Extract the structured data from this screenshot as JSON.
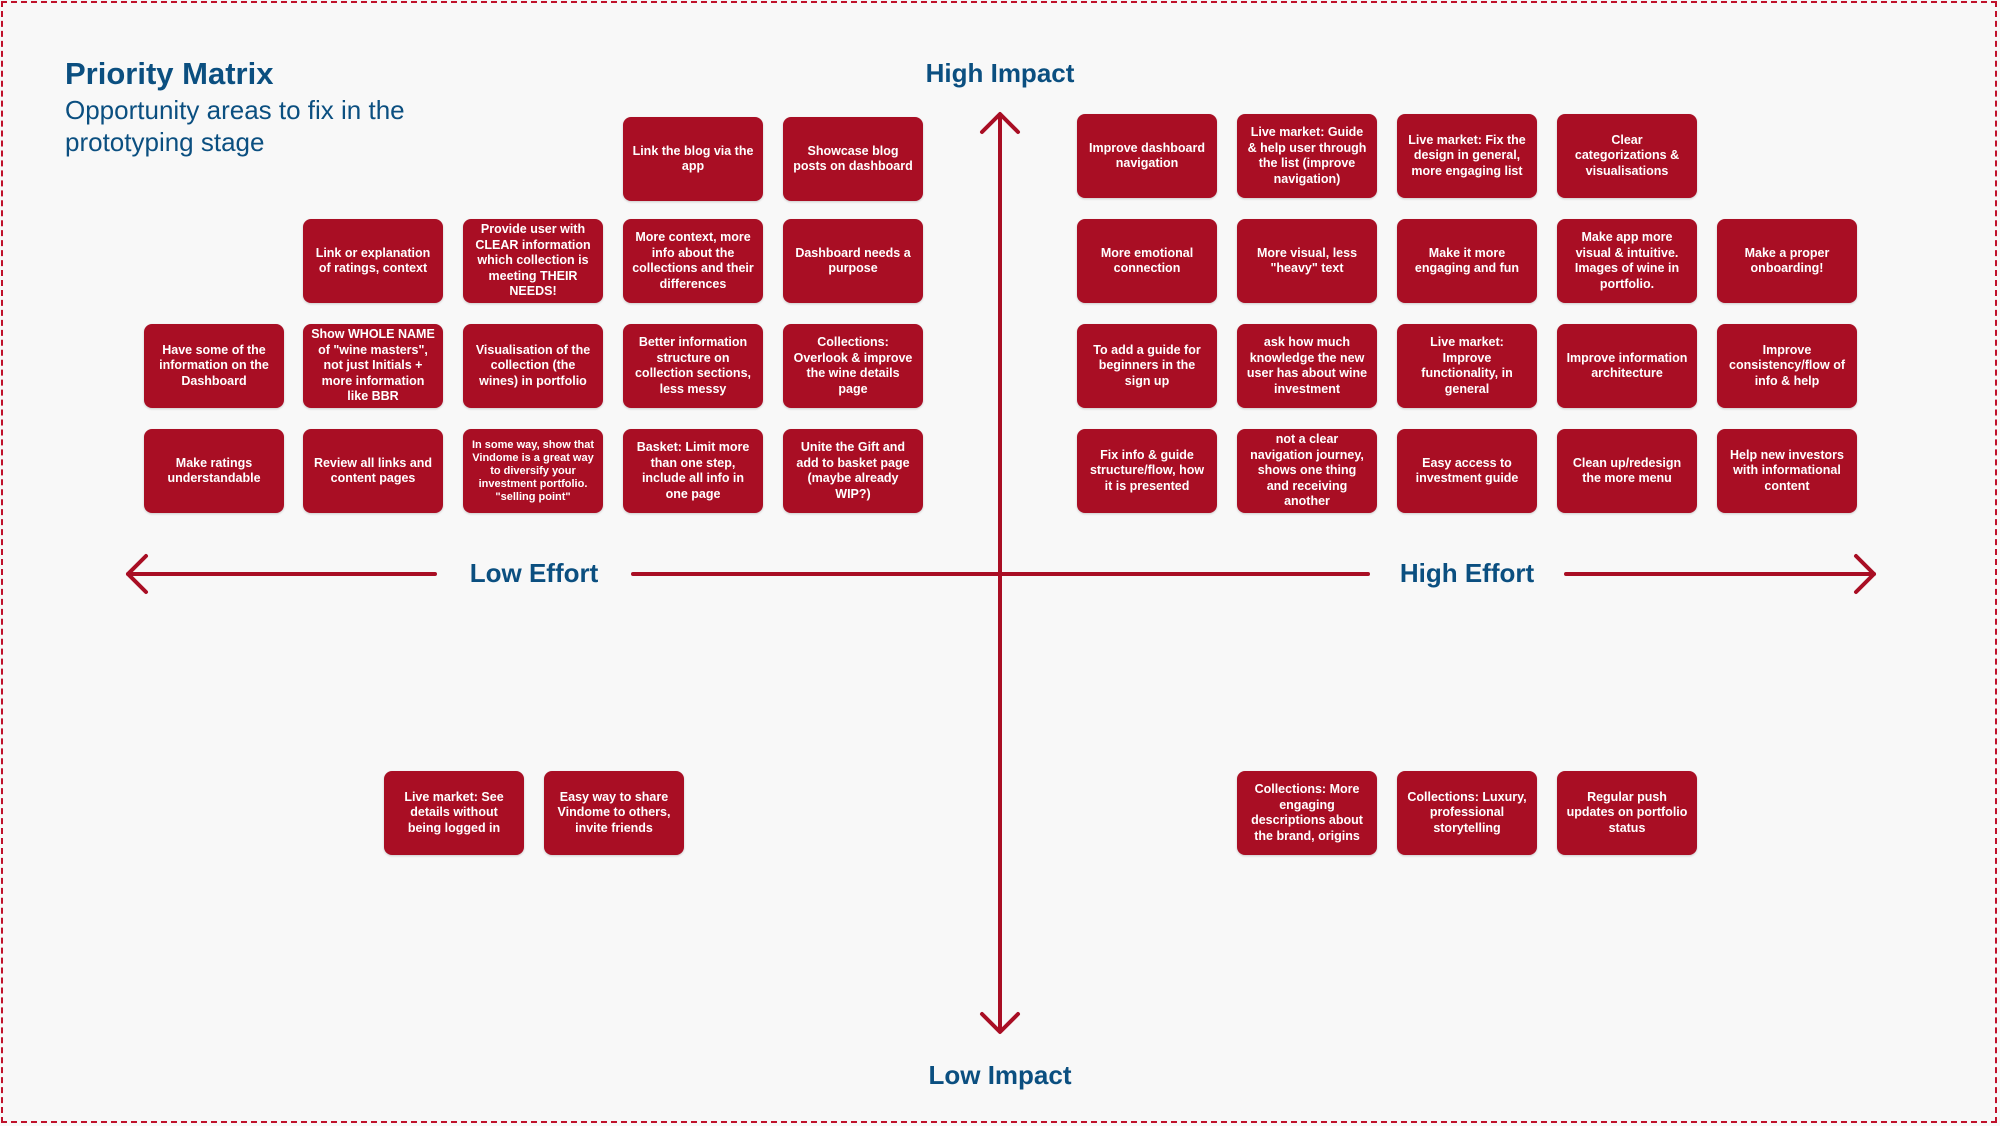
{
  "title": "Priority Matrix",
  "subtitle": "Opportunity areas to fix in the prototyping stage",
  "axes": {
    "top": "High Impact",
    "bottom": "Low Impact",
    "left": "Low Effort",
    "right": "High Effort"
  },
  "colors": {
    "note": "#a90e24",
    "axis": "#a90e24",
    "text": "#0b4f80",
    "background": "#f8f8f8"
  },
  "quadrants": {
    "high_impact_low_effort": [
      "Link the blog via the app",
      "Showcase blog posts on dashboard",
      "Link or explanation of ratings, context",
      "Provide user with CLEAR information which collection is meeting THEIR NEEDS!",
      "More context, more info about the collections and their differences",
      "Dashboard needs a purpose",
      "Have some of the information on the Dashboard",
      "Show WHOLE NAME of \"wine masters\", not just Initials + more information like BBR",
      "Visualisation of the collection (the wines) in portfolio",
      "Better information structure on collection sections, less messy",
      "Collections: Overlook & improve the wine details page",
      "Make ratings understandable",
      "Review all links and content pages",
      "In some way, show that Vindome is a great way to diversify your investment portfolio. \"selling point\"",
      "Basket: Limit more than one step, include all info in one page",
      "Unite the Gift and add to basket page (maybe already WIP?)"
    ],
    "high_impact_high_effort": [
      "Improve dashboard navigation",
      "Live market: Guide & help user through the list (improve navigation)",
      "Live market: Fix the design in general, more engaging list",
      "Clear categorizations & visualisations",
      "More emotional connection",
      "More visual, less \"heavy\" text",
      "Make it more engaging and fun",
      "Make app more visual & intuitive. Images of wine in portfolio.",
      "Make a proper onboarding!",
      "To add a guide for beginners in the sign up",
      "ask how much knowledge the new user has about wine investment",
      "Live market: Improve functionality, in general",
      "Improve information architecture",
      "Improve consistency/flow of info & help",
      "Fix info & guide structure/flow, how it is presented",
      "not a clear navigation journey, shows one thing and receiving another",
      "Easy access to investment guide",
      "Clean up/redesign the more menu",
      "Help new investors with informational content"
    ],
    "low_impact_low_effort": [
      "Live market: See details without being logged in",
      "Easy way to share Vindome to others, invite friends"
    ],
    "low_impact_high_effort": [
      "Collections: More engaging descriptions about the brand, origins",
      "Collections: Luxury, professional storytelling",
      "Regular push updates on portfolio status"
    ]
  }
}
